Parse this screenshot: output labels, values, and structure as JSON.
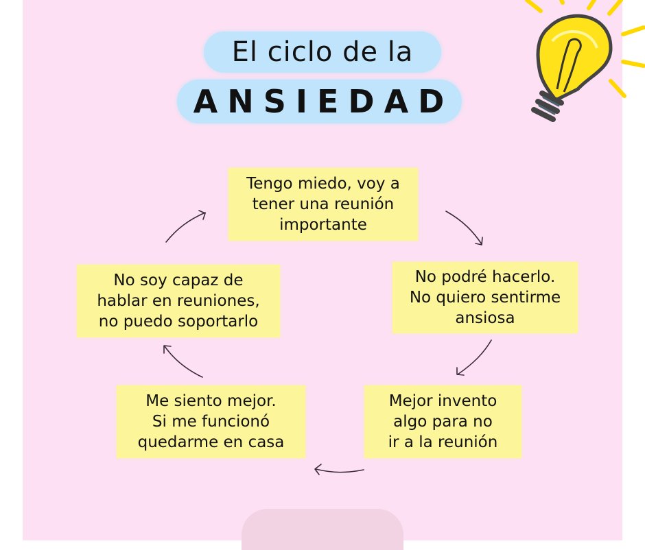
{
  "title": {
    "line1": "El ciclo de la",
    "line2": "ANSIEDAD"
  },
  "decorations": {
    "lightbulb": "lightbulb-icon",
    "bottom_tab": "rounded-tab"
  },
  "colors": {
    "background": "#fde0f3",
    "title_pill": "#bfe4fb",
    "note": "#fcf59a",
    "arrow": "#3a2a3a",
    "bulb_yellow": "#ffe21a",
    "bulb_outline": "#444444",
    "bulb_base": "#4d6470"
  },
  "cycle": {
    "steps": [
      {
        "id": 1,
        "text": "Tengo miedo, voy a\ntener una reunión\nimportante"
      },
      {
        "id": 2,
        "text": "No podré hacerlo.\nNo quiero sentirme\nansiosa"
      },
      {
        "id": 3,
        "text": "Mejor invento\nalgo para no\nir a la reunión"
      },
      {
        "id": 4,
        "text": "Me siento mejor.\nSi me funcionó\nquedarme en casa"
      },
      {
        "id": 5,
        "text": "No soy capaz de\nhablar en reuniones,\nno puedo soportarlo"
      }
    ],
    "arrows": [
      {
        "from": 1,
        "to": 2
      },
      {
        "from": 2,
        "to": 3
      },
      {
        "from": 3,
        "to": 4
      },
      {
        "from": 4,
        "to": 5
      },
      {
        "from": 5,
        "to": 1
      }
    ]
  }
}
